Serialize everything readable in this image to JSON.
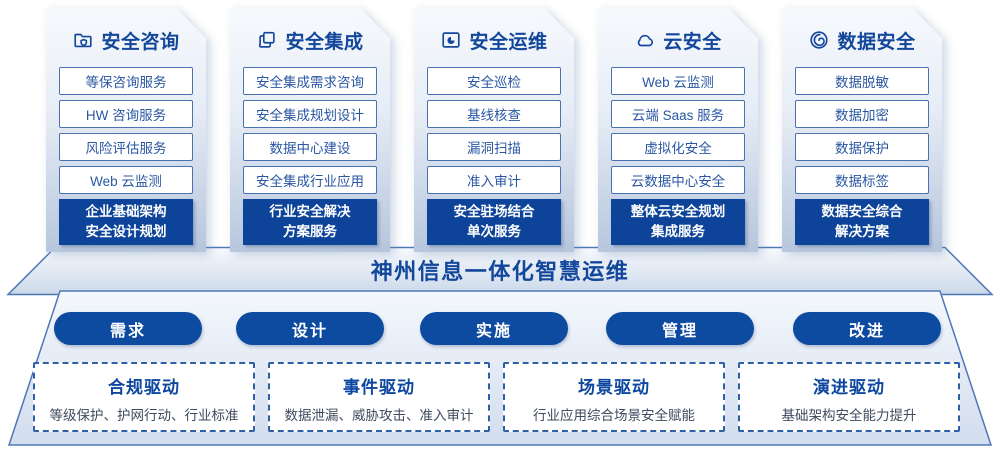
{
  "diagram": {
    "banner_title": "神州信息一体化智慧运维",
    "columns": [
      {
        "title": "安全咨询",
        "icon": "folder-shield-icon",
        "items": [
          "等保咨询服务",
          "HW 咨询服务",
          "风险评估服务",
          "Web 云监测"
        ],
        "footer_line1": "企业基础架构",
        "footer_line2": "安全设计规划"
      },
      {
        "title": "安全集成",
        "icon": "documents-icon",
        "items": [
          "安全集成需求咨询",
          "安全集成规划设计",
          "数据中心建设",
          "安全集成行业应用"
        ],
        "footer_line1": "行业安全解决",
        "footer_line2": "方案服务"
      },
      {
        "title": "安全运维",
        "icon": "pie-monitor-icon",
        "items": [
          "安全巡检",
          "基线核查",
          "漏洞扫描",
          "准入审计"
        ],
        "footer_line1": "安全驻场结合",
        "footer_line2": "单次服务"
      },
      {
        "title": "云安全",
        "icon": "cloud-icon",
        "items": [
          "Web 云监测",
          "云端 Saas 服务",
          "虚拟化安全",
          "云数据中心安全"
        ],
        "footer_line1": "整体云安全规划",
        "footer_line2": "集成服务"
      },
      {
        "title": "数据安全",
        "icon": "spiral-icon",
        "items": [
          "数据脱敏",
          "数据加密",
          "数据保护",
          "数据标签"
        ],
        "footer_line1": "数据安全综合",
        "footer_line2": "解决方案"
      }
    ],
    "process_steps": [
      "需求",
      "设计",
      "实施",
      "管理",
      "改进"
    ],
    "drivers": [
      {
        "title": "合规驱动",
        "desc": "等级保护、护网行动、行业标准"
      },
      {
        "title": "事件驱动",
        "desc": "数据泄漏、威胁攻击、准入审计"
      },
      {
        "title": "场景驱动",
        "desc": "行业应用综合场景安全赋能"
      },
      {
        "title": "演进驱动",
        "desc": "基础架构安全能力提升"
      }
    ],
    "colors": {
      "primary_blue": "#0d4499",
      "pill_blue": "#0d4ba0",
      "title_blue": "#12479c",
      "item_border": "#4a72af",
      "item_text": "#2a57a3",
      "dashed_border": "#2e5fa9",
      "driver_desc_text": "#3e4a5e"
    }
  }
}
